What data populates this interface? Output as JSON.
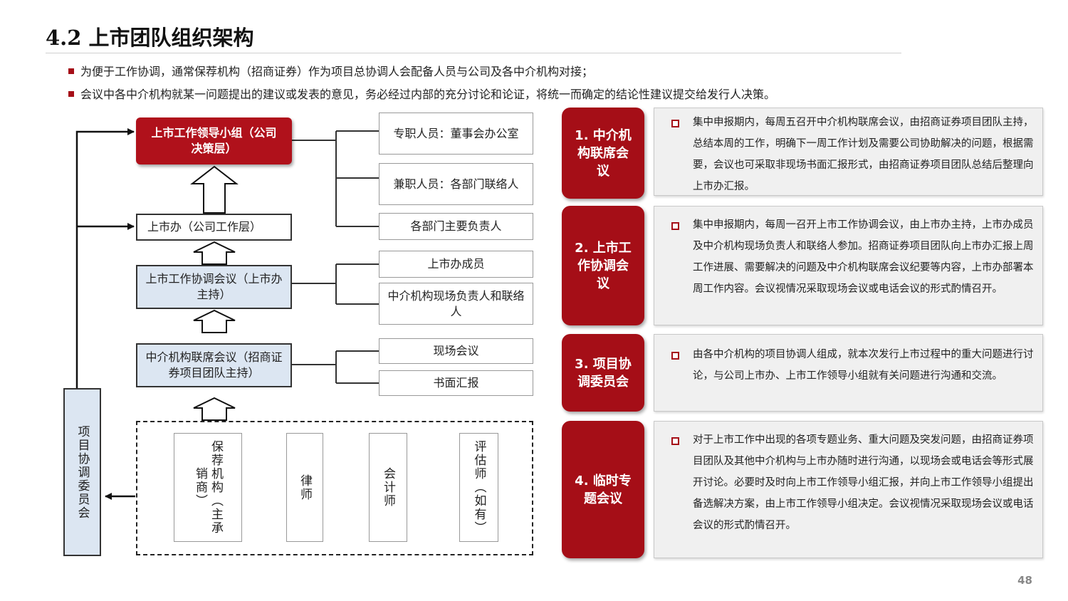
{
  "header": {
    "title": "4.2  上市团队组织架构"
  },
  "bullets": [
    "为便于工作协调，通常保荐机构（招商证券）作为项目总协调人会配备人员与公司及各中介机构对接；",
    "会议中各中介机构就某一问题提出的建议或发表的意见，务必经过内部的充分讨论和论证，将统一而确定的结论性建议提交给发行人决策。"
  ],
  "chart": {
    "levels": {
      "leader": "上市工作领导小组（公司决策层）",
      "office": "上市办（公司工作层）",
      "coord": "上市工作协调会议（上市办主持）",
      "joint": "中介机构联席会议（招商证券项目团队主持）"
    },
    "committee": "项目协调委员会",
    "leader_members": [
      "专职人员：董事会办公室",
      "兼职人员：各部门联络人",
      "各部门主要负责人"
    ],
    "coord_members": [
      "上市办成员",
      "中介机构现场负责人和联络人"
    ],
    "joint_modes": [
      "现场会议",
      "书面汇报"
    ],
    "intermediaries": [
      "保荐机构（主承销商）",
      "律师",
      "会计师",
      "评估师（如有）"
    ]
  },
  "meetings": [
    {
      "label": "1. 中介机构联席会议",
      "text": "集中申报期内，每周五召开中介机构联席会议，由招商证券项目团队主持，总结本周的工作，明确下一周工作计划及需要公司协助解决的问题，根据需要，会议也可采取非现场书面汇报形式，由招商证券项目团队总结后整理向上市办汇报。"
    },
    {
      "label": "2. 上市工作协调会议",
      "text": "集中申报期内，每周一召开上市工作协调会议，由上市办主持，上市办成员及中介机构现场负责人和联络人参加。招商证券项目团队向上市办汇报上周工作进展、需要解决的问题及中介机构联席会议纪要等内容，上市办部署本周工作内容。会议视情况采取现场会议或电话会议的形式酌情召开。"
    },
    {
      "label": "3. 项目协调委员会",
      "text": "由各中介机构的项目协调人组成，就本次发行上市过程中的重大问题进行讨论，与公司上市办、上市工作领导小组就有关问题进行沟通和交流。"
    },
    {
      "label": "4. 临时专题会议",
      "text": "对于上市工作中出现的各项专题业务、重大问题及突发问题，由招商证券项目团队及其他中介机构与上市办随时进行沟通，以现场会或电话会等形式展开讨论。必要时及时向上市工作领导小组汇报，并向上市工作领导小组提出备选解决方案，由上市工作领导小组决定。会议视情况采取现场会议或电话会议的形式酌情召开。"
    }
  ],
  "footer": {
    "page_number": "48"
  }
}
